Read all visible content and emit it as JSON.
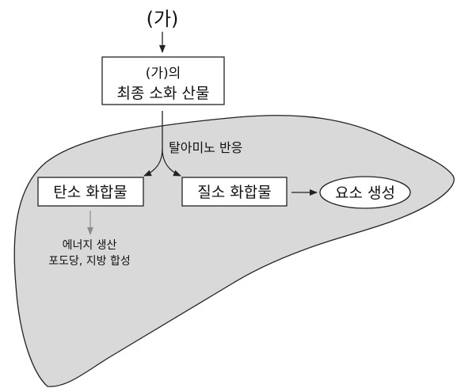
{
  "diagram": {
    "top_label": "(가)",
    "digest_box": {
      "line1": "(가)의",
      "line2": "최종 소화 산물"
    },
    "branch_label": "탈아미노 반응",
    "carbon_box": "탄소 화합물",
    "nitrogen_box": "질소 화합물",
    "urea_oval": "요소 생성",
    "carbon_uses": {
      "line1": "에너지 생산",
      "line2": "포도당, 지방 합성"
    }
  },
  "colors": {
    "liver_fill": "#d9d9d9",
    "outline": "#222222",
    "faint_arrow": "#8a8a8a"
  }
}
